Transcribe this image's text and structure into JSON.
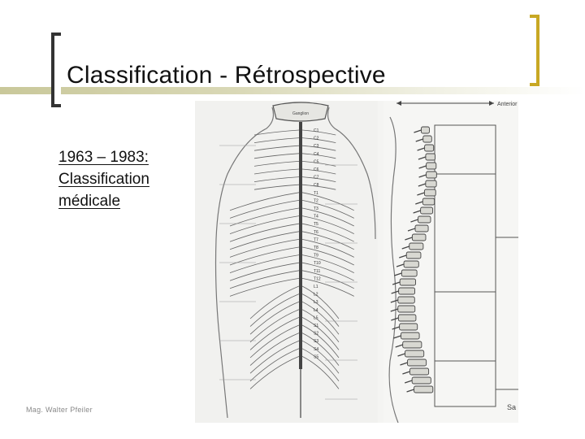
{
  "slide": {
    "title": "Classification - Rétrospective",
    "body_lines": [
      "1963 – 1983:",
      "Classification",
      "médicale"
    ],
    "footer": "Mag. Walter Pfeiler",
    "colors": {
      "title_bracket_left": "#333333",
      "title_bracket_right": "#c8a824",
      "title_rule": "#c9c89a"
    }
  },
  "figure": {
    "description_icon": "spine-anatomy-illustration",
    "left_top_label": "Ganglion",
    "spinal_segments": [
      "C1",
      "C2",
      "C3",
      "C4",
      "C5",
      "C6",
      "C7",
      "C8",
      "T1",
      "T2",
      "T3",
      "T4",
      "T5",
      "T6",
      "T7",
      "T8",
      "T9",
      "T10",
      "T11",
      "T12",
      "L1",
      "L2",
      "L3",
      "L4",
      "L5",
      "S1",
      "S2",
      "S3",
      "S4",
      "S5"
    ],
    "right_top_label": "Anterior",
    "right_bottom_label": "Sa"
  }
}
